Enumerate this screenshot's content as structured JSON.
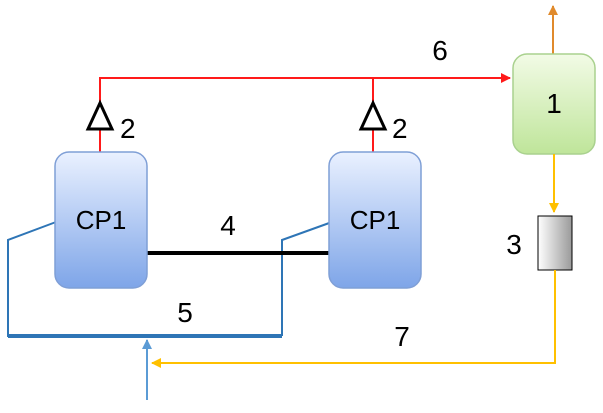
{
  "nodes": {
    "box_1": {
      "label": "1"
    },
    "cp_left": {
      "label": "CP1"
    },
    "cp_right": {
      "label": "CP1"
    },
    "box_3": {
      "label": "3"
    }
  },
  "labels": {
    "valve_left": "2",
    "valve_right": "2",
    "link": "4",
    "loop": "5",
    "feed": "6",
    "return": "7"
  },
  "colors": {
    "feed_line": "#ff1a1a",
    "return_line": "#ffc000",
    "loop_line": "#2e75b6",
    "return_inlet": "#5b9bd5",
    "outlet_arrow": "#e08a2c",
    "link_line": "#000000"
  }
}
